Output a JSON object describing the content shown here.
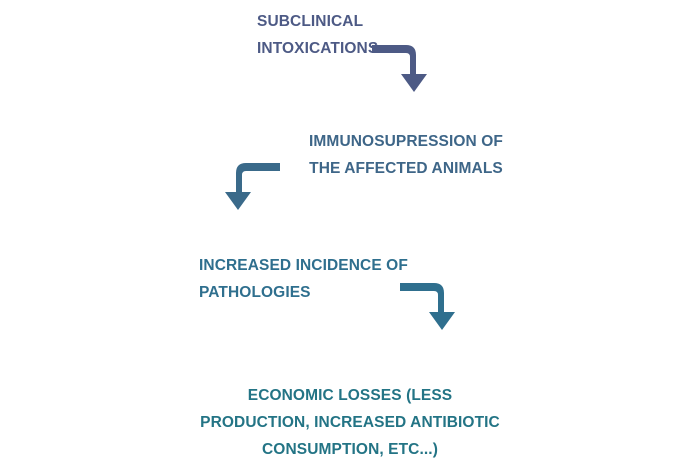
{
  "steps": [
    {
      "lines": [
        "SUBCLINICAL",
        "INTOXICATIONS"
      ]
    },
    {
      "lines": [
        "IMMUNOSUPRESSION OF",
        "THE AFFECTED ANIMALS"
      ]
    },
    {
      "lines": [
        "INCREASED INCIDENCE OF",
        "PATHOLOGIES"
      ]
    },
    {
      "lines": [
        "ECONOMIC LOSSES (LESS",
        "PRODUCTION, INCREASED ANTIBIOTIC",
        "CONSUMPTION, ETC...)"
      ]
    }
  ],
  "colors": {
    "step1": "#4d5a85",
    "step2": "#3e6688",
    "step3": "#2f6f8e",
    "step4": "#237485",
    "arrow1": "#4d5a85",
    "arrow2": "#3a6a8a",
    "arrow3": "#2f6f8e"
  },
  "icons": {
    "arrow1": "curved-arrow-right-down-icon",
    "arrow2": "curved-arrow-left-down-icon",
    "arrow3": "curved-arrow-right-down-icon"
  }
}
